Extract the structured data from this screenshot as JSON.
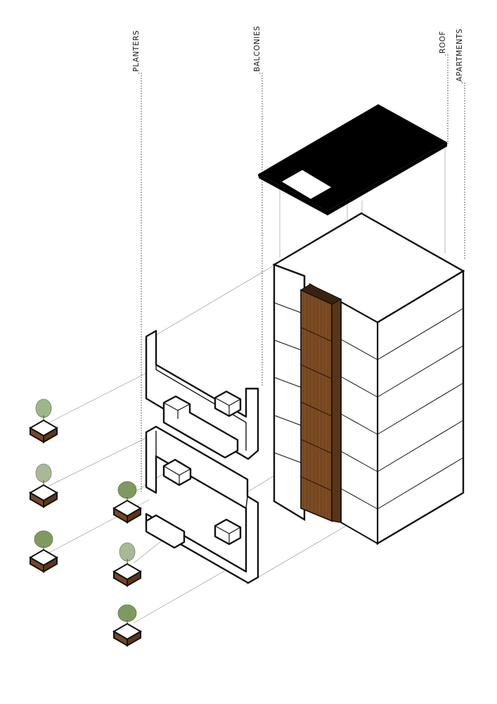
{
  "labels": {
    "planters": "PLANTERS",
    "balconies": "BALCONIES",
    "roof": "ROOF",
    "apartments": "APARTMENTS"
  },
  "colors": {
    "line": "#111111",
    "leader": "#8c8c8c",
    "wood": "#7a4a22",
    "wood_dark": "#5a3417",
    "roof": "#000000",
    "foliage": "#8fa67a"
  },
  "counts": {
    "apartment_floors": 6,
    "planters": 6
  }
}
